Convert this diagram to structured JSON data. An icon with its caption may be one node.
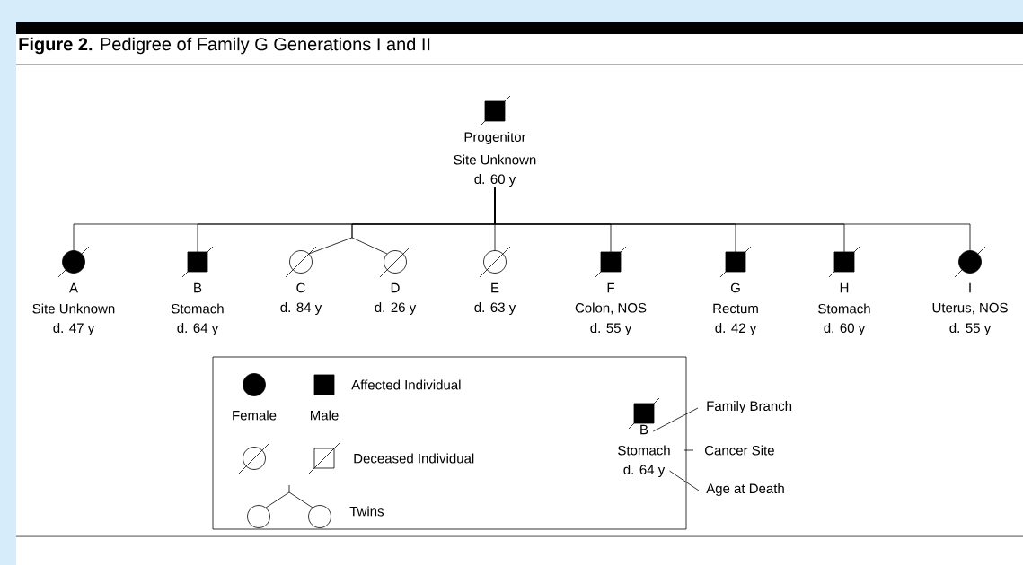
{
  "diagram": {
    "title": "**Figure 2.** Pedigree of Family G Generations I and II",
    "nodes": [
      {
        "text": [],
        "shape": "box",
        "beside": [
          "Progenitor",
          "Site Unknown",
          "d. 60 y"
        ]
      },
      {
        "text": [],
        "shape": "circle",
        "beside": [
          "A",
          "Site Unknown",
          "d. 47 y"
        ]
      },
      {
        "text": [],
        "shape": "box",
        "beside": [
          "B",
          "Stomach",
          "d. 64 y"
        ]
      },
      {
        "text": [],
        "shape": "circle",
        "beside": [
          "C",
          "d. 84 y"
        ]
      },
      {
        "text": [],
        "shape": "circle",
        "beside": [
          "D",
          "d. 26 y"
        ]
      },
      {
        "text": [],
        "shape": "circle",
        "beside": [
          "E",
          "d. 63 y"
        ]
      },
      {
        "text": [],
        "shape": "box",
        "beside": [
          "F",
          "Colon, NOS",
          "d. 55 y"
        ]
      },
      {
        "text": [],
        "shape": "box",
        "beside": [
          "G",
          "Rectum",
          "d. 42 y"
        ]
      },
      {
        "text": [],
        "shape": "box",
        "beside": [
          "H",
          "Stomach",
          "d. 60 y"
        ]
      },
      {
        "text": [],
        "shape": "circle",
        "beside": [
          "I",
          "Uterus, NOS",
          "d. 55 y"
        ]
      },
      {
        "text": [],
        "shape": "box",
        "beside": [
          "B",
          "Stomach",
          "d. 64 y"
        ]
      },
      {
        "text": [
          "Family Branch"
        ]
      },
      {
        "text": [
          "Cancer Site"
        ]
      },
      {
        "text": [
          "Age at Death"
        ]
      }
    ],
    "edges": [
      {
        "from": 0,
        "to": 1,
        "arrow": "none"
      },
      {
        "from": 0,
        "to": 2,
        "arrow": "none"
      },
      {
        "from": 0,
        "to": 3,
        "arrow": "none"
      },
      {
        "from": 0,
        "to": 4,
        "arrow": "none"
      },
      {
        "from": 0,
        "to": 5,
        "arrow": "none"
      },
      {
        "from": 0,
        "to": 6,
        "arrow": "none"
      },
      {
        "from": 0,
        "to": 7,
        "arrow": "none"
      },
      {
        "from": 0,
        "to": 8,
        "arrow": "none"
      },
      {
        "from": 0,
        "to": 9,
        "arrow": "none"
      },
      {
        "from": 11,
        "to": 10,
        "arrow": "none"
      },
      {
        "from": 12,
        "to": 10,
        "arrow": "none"
      },
      {
        "from": 13,
        "to": 10,
        "arrow": "none"
      }
    ],
    "legend": [
      {
        "text": "Affected Individual"
      },
      {
        "text": "Female"
      },
      {
        "text": "Male"
      },
      {
        "text": "Deceased Individual"
      },
      {
        "text": "Twins"
      }
    ]
  }
}
